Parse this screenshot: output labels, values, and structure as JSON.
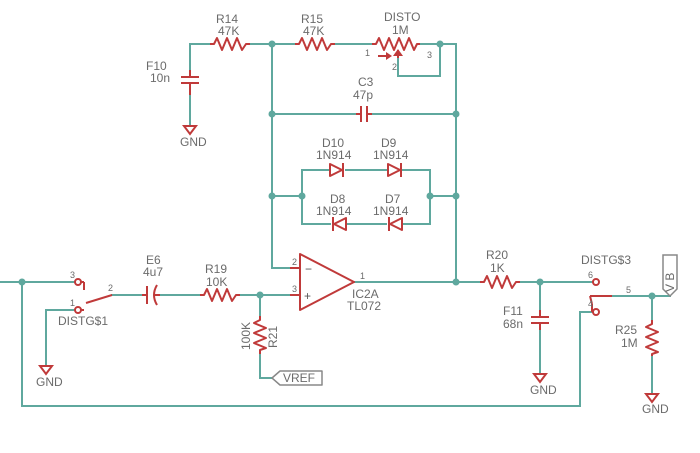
{
  "components": {
    "R14": {
      "name": "R14",
      "value": "47K"
    },
    "R15": {
      "name": "R15",
      "value": "47K"
    },
    "DISTO": {
      "name": "DISTO",
      "value": "1M",
      "pin1": "1",
      "pin2": "2",
      "pin3": "3"
    },
    "F10": {
      "name": "F10",
      "value": "10n"
    },
    "C3": {
      "name": "C3",
      "value": "47p"
    },
    "D10": {
      "name": "D10",
      "value": "1N914"
    },
    "D9": {
      "name": "D9",
      "value": "1N914"
    },
    "D8": {
      "name": "D8",
      "value": "1N914"
    },
    "D7": {
      "name": "D7",
      "value": "1N914"
    },
    "E6": {
      "name": "E6",
      "value": "4u7"
    },
    "R19": {
      "name": "R19",
      "value": "10K"
    },
    "R21": {
      "name": "R21",
      "value": "100K"
    },
    "IC2A": {
      "name": "IC2A",
      "value": "TL072",
      "pin_inv": "2",
      "pin_noninv": "3",
      "pin_out": "1",
      "minus": "−",
      "plus": "+"
    },
    "R20": {
      "name": "R20",
      "value": "1K"
    },
    "F11": {
      "name": "F11",
      "value": "68n"
    },
    "R25": {
      "name": "R25",
      "value": "1M"
    },
    "DISTG1": {
      "name": "DISTG$1",
      "pin1": "1",
      "pin2": "2",
      "pin3": "3"
    },
    "DISTG3": {
      "name": "DISTG$3",
      "pin4": "4",
      "pin5": "5",
      "pin6": "6"
    }
  },
  "nets": {
    "gnd": "GND",
    "vref": "VREF",
    "vb": "V B"
  },
  "colors": {
    "wire": "#5fa89e",
    "part": "#c03a3a",
    "label": "#6b6b6b"
  }
}
